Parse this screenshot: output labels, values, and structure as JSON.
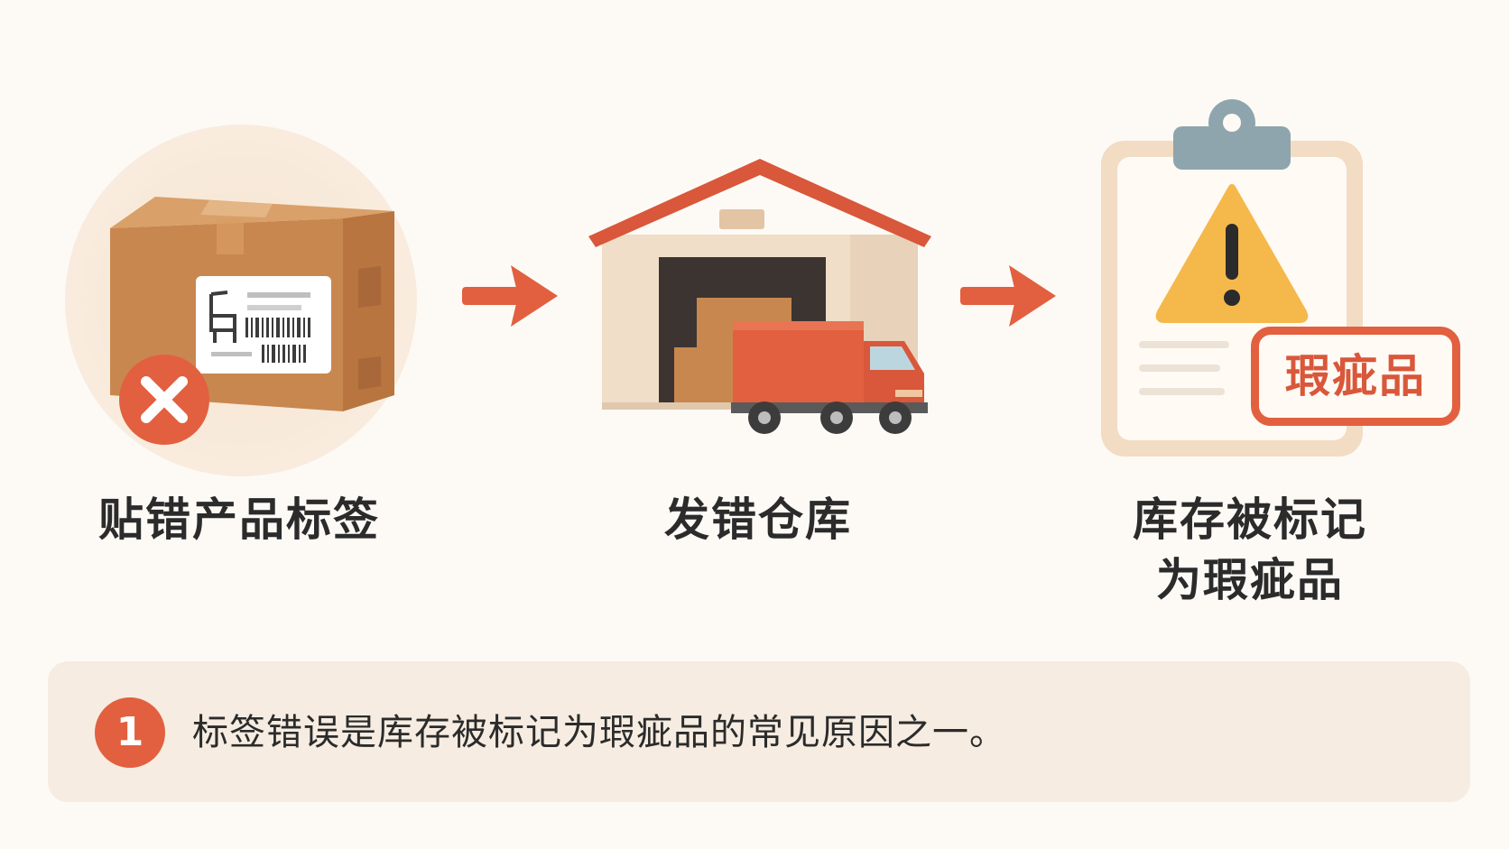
{
  "steps": [
    {
      "id": "mislabel",
      "label": "贴错产品标签",
      "icon": "mislabeled-box-icon"
    },
    {
      "id": "wrong-warehouse",
      "label": "发错仓库",
      "icon": "warehouse-truck-icon"
    },
    {
      "id": "flagged",
      "label_line1": "库存被标记",
      "label_line2": "为瑕疵品",
      "icon": "warning-clipboard-icon"
    }
  ],
  "stamp_text": "瑕疵品",
  "note": {
    "number": "1",
    "text": "标签错误是库存被标记为瑕疵品的常见原因之一。"
  },
  "colors": {
    "accent": "#e2603f",
    "background": "#fdfaf6",
    "note_bg": "#f6ece1",
    "warning": "#f5b84a",
    "box": "#c8874f"
  }
}
